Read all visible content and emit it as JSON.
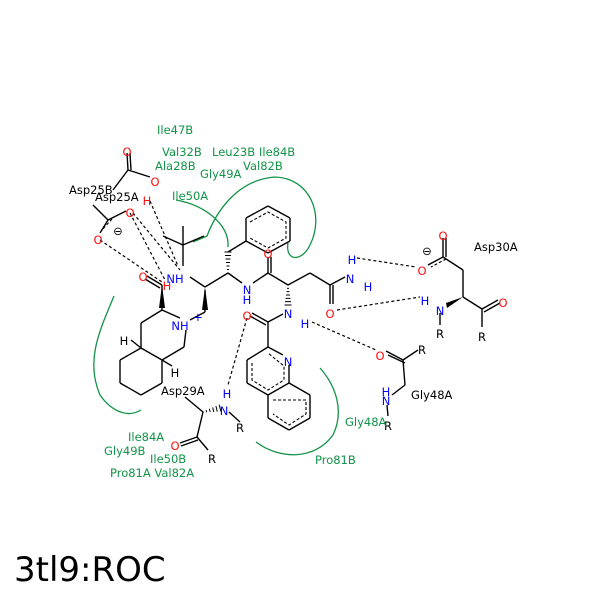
{
  "title": "3tl9:ROC",
  "residues": {
    "asp25b": "Asp25B",
    "asp25a": "Asp25A",
    "asp29a": "Asp29A",
    "asp30a": "Asp30A",
    "gly48a": "Gly48A"
  },
  "hydrophobic": {
    "ile47b": "Ile47B",
    "val32b": "Val32B",
    "ala28b": "Ala28B",
    "leu23b": "Leu23B",
    "ile84b": "Ile84B",
    "val82b": "Val82B",
    "gly49a": "Gly49A",
    "ile50a": "Ile50A",
    "ile84a": "Ile84A",
    "gly49b": "Gly49B",
    "ile50b": "Ile50B",
    "pro81a_val82a": "Pro81A Val82A",
    "gly48a": "Gly48A",
    "pro81b": "Pro81B"
  },
  "atom_labels": {
    "O": "O",
    "N": "N",
    "H": "H",
    "R": "R",
    "NH": "NH",
    "plus": "+",
    "minus": "⊖"
  },
  "colors": {
    "oxygen": "#ff0d0d",
    "nitrogen": "#0000ff",
    "carbon": "#000000",
    "hydrophobic": "#119447"
  }
}
